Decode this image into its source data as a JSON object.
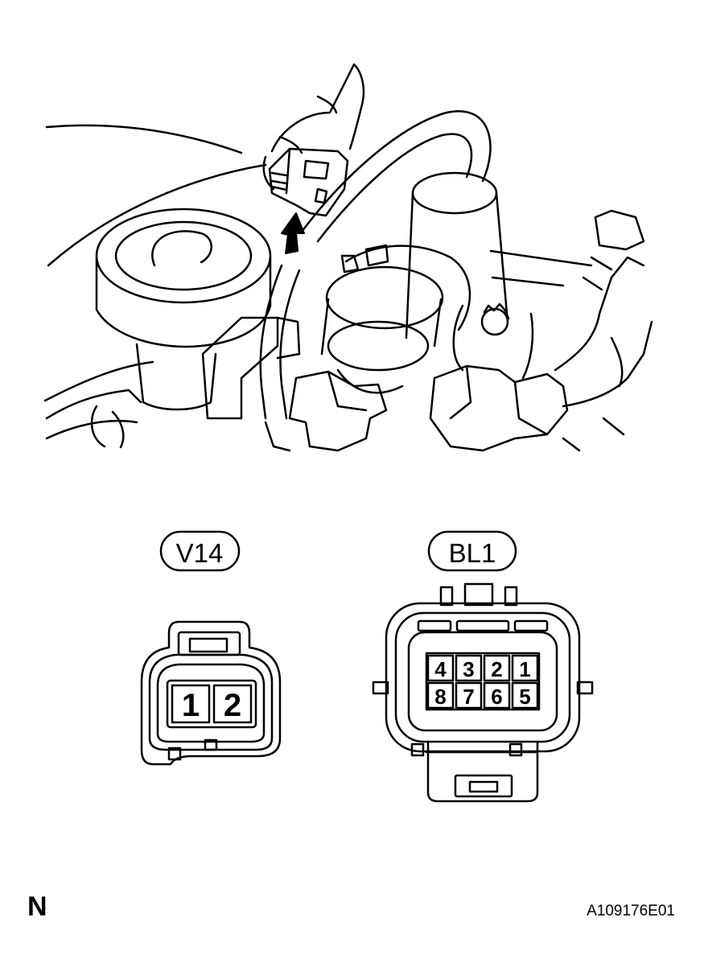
{
  "connectors": [
    {
      "id": "V14",
      "pins": [
        "1",
        "2"
      ]
    },
    {
      "id": "BL1",
      "pins_top": [
        "4",
        "3",
        "2",
        "1"
      ],
      "pins_bottom": [
        "8",
        "7",
        "6",
        "5"
      ]
    }
  ],
  "orientation_mark": "N",
  "figure_id": "A109176E01"
}
